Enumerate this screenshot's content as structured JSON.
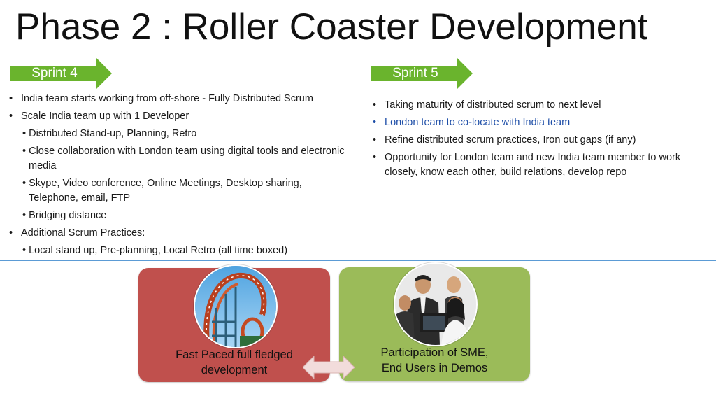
{
  "title": "Phase 2 : Roller Coaster Development",
  "sprint4": {
    "label": "Sprint 4",
    "bullets": [
      {
        "level": 1,
        "text": "India team starts working from off-shore - Fully Distributed Scrum"
      },
      {
        "level": 1,
        "text": "Scale India team up with 1 Developer"
      },
      {
        "level": 2,
        "text": "Distributed Stand-up, Planning, Retro"
      },
      {
        "level": 2,
        "text": "Close collaboration with London team using digital tools and electronic media"
      },
      {
        "level": 2,
        "text": "Skype, Video conference, Online Meetings, Desktop sharing, Telephone, email, FTP"
      },
      {
        "level": 2,
        "text": "Bridging distance"
      },
      {
        "level": 1,
        "text": "Additional Scrum Practices:"
      },
      {
        "level": 2,
        "text": "Local stand up, Pre-planning, Local Retro (all time boxed)"
      }
    ]
  },
  "sprint5": {
    "label": "Sprint 5",
    "bullets": [
      {
        "level": 1,
        "text": "Taking maturity of distributed scrum to next level"
      },
      {
        "level": 1,
        "text": "London team to co-locate with India team",
        "highlight": true
      },
      {
        "level": 1,
        "text": "Refine distributed scrum practices, Iron out gaps (if any)"
      },
      {
        "level": 1,
        "text": "Opportunity for London team and new India team member to work closely, know each other, build relations, develop repo"
      }
    ]
  },
  "cards": {
    "left": {
      "caption_line1": "Fast Paced full fledged",
      "caption_line2": "development",
      "icon": "roller-coaster-photo"
    },
    "right": {
      "caption_line1": "Participation of SME,",
      "caption_line2": "End Users  in Demos",
      "icon": "business-team-photo"
    }
  },
  "colors": {
    "sprint_arrow": "#6ab42d",
    "left_card": "#c0504d",
    "right_card": "#9bbb59",
    "divider": "#5b9bd5",
    "highlight_text": "#1f4fa8",
    "double_arrow": "#f2dcdb"
  }
}
